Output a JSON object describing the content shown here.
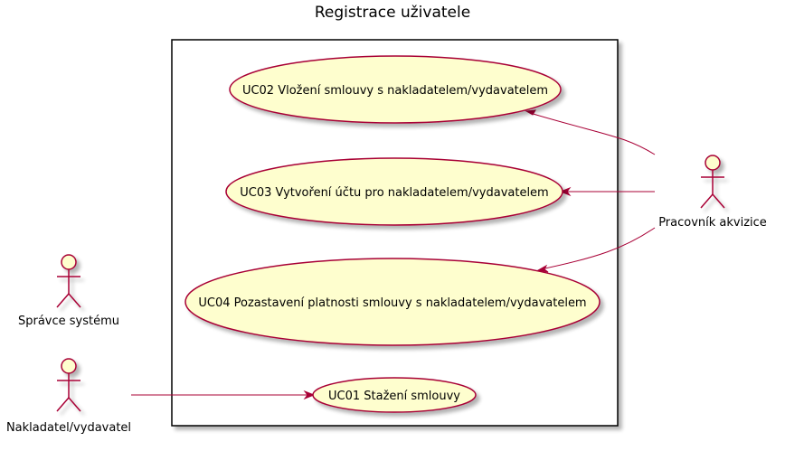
{
  "diagram": {
    "title": "Registrace uživatele",
    "use_cases": [
      {
        "id": "UC02",
        "label": "UC02 Vložení smlouvy s nakladatelem/vydavatelem"
      },
      {
        "id": "UC03",
        "label": "UC03 Vytvoření účtu pro nakladatelem/vydavatelem"
      },
      {
        "id": "UC04",
        "label": "UC04 Pozastavení platnosti smlouvy s nakladatelem/vydavatelem"
      },
      {
        "id": "UC01",
        "label": "UC01 Stažení smlouvy"
      }
    ],
    "actors": [
      {
        "id": "spravce",
        "label": "Správce systému"
      },
      {
        "id": "nakladatel",
        "label": "Nakladatel/vydavatel"
      },
      {
        "id": "pracovnik",
        "label": "Pracovník akvizice"
      }
    ],
    "associations": [
      {
        "from": "pracovnik",
        "to": "UC02"
      },
      {
        "from": "pracovnik",
        "to": "UC03"
      },
      {
        "from": "pracovnik",
        "to": "UC04"
      },
      {
        "from": "nakladatel",
        "to": "UC01"
      }
    ],
    "colors": {
      "use_case_fill": "#FEFECE",
      "actor_fill": "#FEFECE",
      "stroke": "#A80036",
      "boundary": "#000000",
      "shadow": "#C9C9C9"
    }
  }
}
